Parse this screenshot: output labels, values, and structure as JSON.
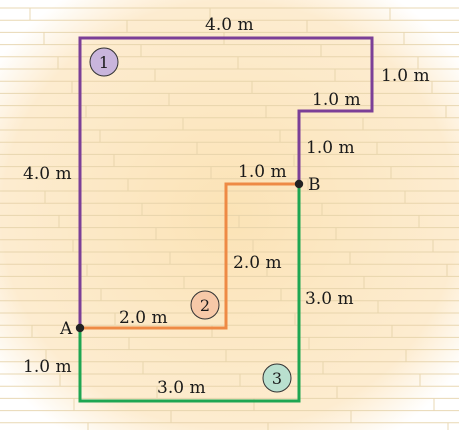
{
  "colors": {
    "floor_center": "#fbe3b6",
    "floor_edge": "#ffffff",
    "plank_line": "#e5d2a8",
    "path1": "#7b3f97",
    "path2": "#ee8a45",
    "path3": "#1ea652",
    "point": "#222222",
    "badge1": "#c9b5dc",
    "badge2": "#f7c9a8",
    "badge3": "#b9e0cf"
  },
  "points": {
    "A": "A",
    "B": "B"
  },
  "paths": [
    {
      "number": "1"
    },
    {
      "number": "2"
    },
    {
      "number": "3"
    }
  ],
  "labels": {
    "top_4m": "4.0 m",
    "right_1m": "1.0 m",
    "step_1m_horizontal": "1.0 m",
    "step_1m_vertical": "1.0 m",
    "left_4m": "4.0 m",
    "orange_1m": "1.0 m",
    "orange_2m_vertical": "2.0 m",
    "orange_2m_horizontal": "2.0 m",
    "green_3m_vertical": "3.0 m",
    "left_1m": "1.0 m",
    "green_3m_bottom": "3.0 m"
  }
}
